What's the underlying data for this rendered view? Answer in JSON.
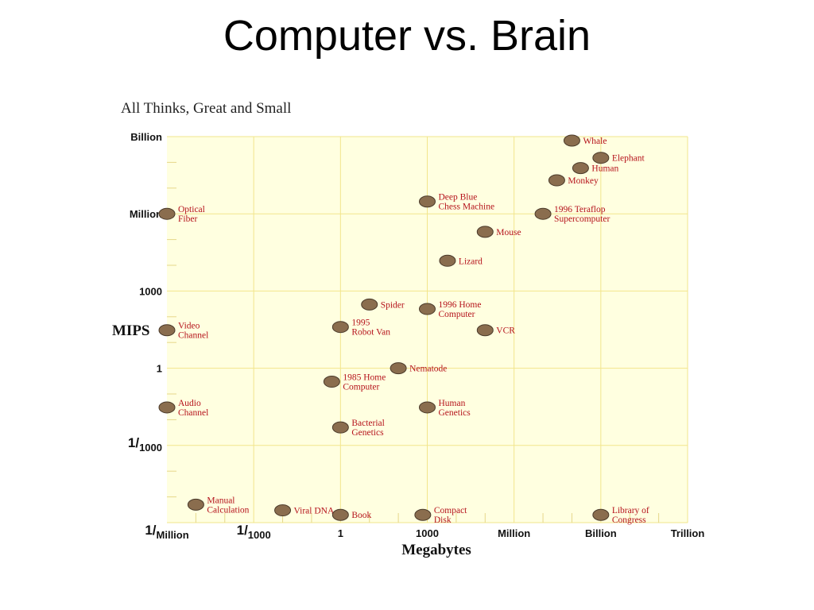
{
  "slide": {
    "title": "Computer vs. Brain"
  },
  "chart_data": {
    "type": "scatter",
    "title": "All Thinks, Great and Small",
    "xlabel": "Megabytes",
    "ylabel": "MIPS",
    "x_scale": "log",
    "y_scale": "log",
    "xlim": [
      "1/Million",
      "Trillion"
    ],
    "ylim": [
      "1/Million",
      "Billion"
    ],
    "grid": true,
    "x_ticks": [
      {
        "value": "1/Million",
        "num": "1",
        "den": "Million"
      },
      {
        "value": "1/1000",
        "num": "1",
        "den": "1000"
      },
      {
        "value": "1",
        "label": "1"
      },
      {
        "value": "1000",
        "label": "1000"
      },
      {
        "value": "Million",
        "label": "Million"
      },
      {
        "value": "Billion",
        "label": "Billion"
      },
      {
        "value": "Trillion",
        "label": "Trillion"
      }
    ],
    "y_ticks": [
      {
        "value": "1/Million",
        "num": "",
        "den": ""
      },
      {
        "value": "1/1000",
        "num": "1",
        "den": "1000"
      },
      {
        "value": "1",
        "label": "1"
      },
      {
        "value": "1000",
        "label": "1000"
      },
      {
        "value": "Million",
        "label": "Million"
      },
      {
        "value": "Billion",
        "label": "Billion"
      }
    ],
    "points": [
      {
        "label": "Whale",
        "lines": [
          "Whale"
        ],
        "x": 100000000,
        "y": 700000000,
        "icon": "whale-icon"
      },
      {
        "label": "Elephant",
        "lines": [
          "Elephant"
        ],
        "x": 1000000000,
        "y": 150000000,
        "icon": "elephant-icon"
      },
      {
        "label": "Human",
        "lines": [
          "Human"
        ],
        "x": 200000000,
        "y": 60000000,
        "icon": "human-icon"
      },
      {
        "label": "Monkey",
        "lines": [
          "Monkey"
        ],
        "x": 30000000,
        "y": 20000000,
        "icon": "monkey-icon"
      },
      {
        "label": "Deep Blue Chess Machine",
        "lines": [
          "Deep Blue",
          "Chess Machine"
        ],
        "x": 1000,
        "y": 3000000,
        "icon": "deep-blue-icon"
      },
      {
        "label": "Mouse",
        "lines": [
          "Mouse"
        ],
        "x": 100000,
        "y": 200000,
        "icon": "mouse-icon"
      },
      {
        "label": "1996 Teraflop Supercomputer",
        "lines": [
          "1996 Teraflop",
          "Supercomputer"
        ],
        "x": 10000000,
        "y": 1000000,
        "icon": "supercomputer-icon"
      },
      {
        "label": "Lizard",
        "lines": [
          "Lizard"
        ],
        "x": 5000,
        "y": 15000,
        "icon": "lizard-icon"
      },
      {
        "label": "Optical Fiber",
        "lines": [
          "Optical",
          "Fiber"
        ],
        "x": 1e-06,
        "y": 1000000,
        "icon": "optical-fiber-icon"
      },
      {
        "label": "Spider",
        "lines": [
          "Spider"
        ],
        "x": 10,
        "y": 300,
        "icon": "spider-icon"
      },
      {
        "label": "1996 Home Computer",
        "lines": [
          "1996 Home",
          "Computer"
        ],
        "x": 1000,
        "y": 200,
        "icon": "home-computer-1996-icon"
      },
      {
        "label": "1995 Robot Van",
        "lines": [
          "1995",
          "Robot Van"
        ],
        "x": 1,
        "y": 40,
        "icon": "robot-van-icon"
      },
      {
        "label": "VCR",
        "lines": [
          "VCR"
        ],
        "x": 100000,
        "y": 30,
        "icon": "vcr-icon"
      },
      {
        "label": "Video Channel",
        "lines": [
          "Video",
          "Channel"
        ],
        "x": 1e-06,
        "y": 30,
        "icon": "video-channel-icon"
      },
      {
        "label": "Nematode",
        "lines": [
          "Nematode"
        ],
        "x": 100,
        "y": 1,
        "icon": "nematode-icon"
      },
      {
        "label": "1985 Home Computer",
        "lines": [
          "1985 Home",
          "Computer"
        ],
        "x": 0.5,
        "y": 0.3,
        "icon": "home-computer-1985-icon"
      },
      {
        "label": "Audio Channel",
        "lines": [
          "Audio",
          "Channel"
        ],
        "x": 1e-06,
        "y": 0.03,
        "icon": "audio-channel-icon"
      },
      {
        "label": "Human Genetics",
        "lines": [
          "Human",
          "Genetics"
        ],
        "x": 1000,
        "y": 0.03,
        "icon": "human-genetics-icon"
      },
      {
        "label": "Bacterial Genetics",
        "lines": [
          "Bacterial",
          "Genetics"
        ],
        "x": 1,
        "y": 0.005,
        "icon": "bacterial-genetics-icon"
      },
      {
        "label": "Manual Calculation",
        "lines": [
          "Manual",
          "Calculation"
        ],
        "x": 1e-05,
        "y": 5e-06,
        "icon": "manual-calculation-icon"
      },
      {
        "label": "Viral DNA",
        "lines": [
          "Viral DNA"
        ],
        "x": 0.01,
        "y": 3e-06,
        "icon": "viral-dna-icon"
      },
      {
        "label": "Book",
        "lines": [
          "Book"
        ],
        "x": 1,
        "y": 2e-06,
        "icon": "book-icon"
      },
      {
        "label": "Compact Disk",
        "lines": [
          "Compact",
          "Disk"
        ],
        "x": 700,
        "y": 2e-06,
        "icon": "compact-disk-icon"
      },
      {
        "label": "Library of Congress",
        "lines": [
          "Library of",
          "Congress"
        ],
        "x": 1000000000,
        "y": 2e-06,
        "icon": "library-of-congress-icon"
      }
    ]
  }
}
